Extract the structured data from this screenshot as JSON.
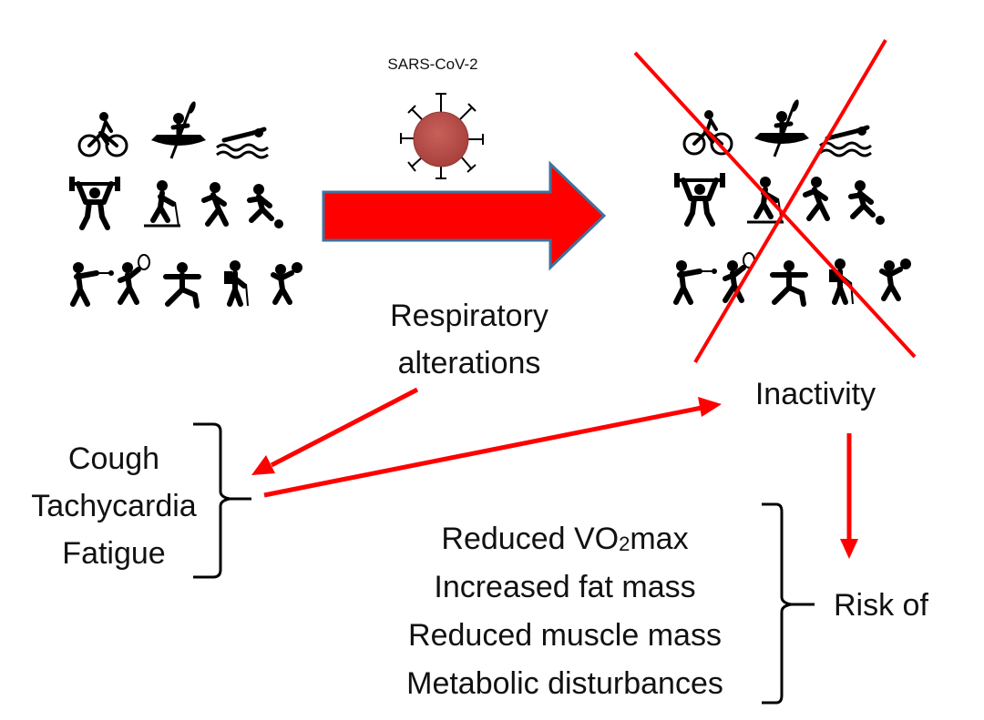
{
  "virus": {
    "label": "SARS-CoV-2"
  },
  "respiratory": {
    "line1": "Respiratory",
    "line2": "alterations"
  },
  "inactivity": {
    "label": "Inactivity"
  },
  "symptoms": [
    "Cough",
    "Tachycardia",
    "Fatigue"
  ],
  "effects": {
    "reduced_prefix": "Reduced VO",
    "reduced_sub": "2",
    "reduced_suffix": "max",
    "items": [
      "Increased fat mass",
      "Reduced muscle mass",
      "Metabolic disturbances"
    ]
  },
  "risk": {
    "label": "Risk of"
  },
  "icons": {
    "activities": [
      "cycling-icon",
      "kayaking-icon",
      "swimming-icon",
      "weightlifting-icon",
      "skiing-icon",
      "running-icon",
      "soccer-icon",
      "boxing-icon",
      "tennis-icon",
      "yoga-icon",
      "hiking-icon",
      "basketball-icon"
    ]
  },
  "colors": {
    "arrow": "#ff0000",
    "cross": "#ff0000",
    "virus": "#c0504d",
    "arrow_outline": "#41719c"
  }
}
